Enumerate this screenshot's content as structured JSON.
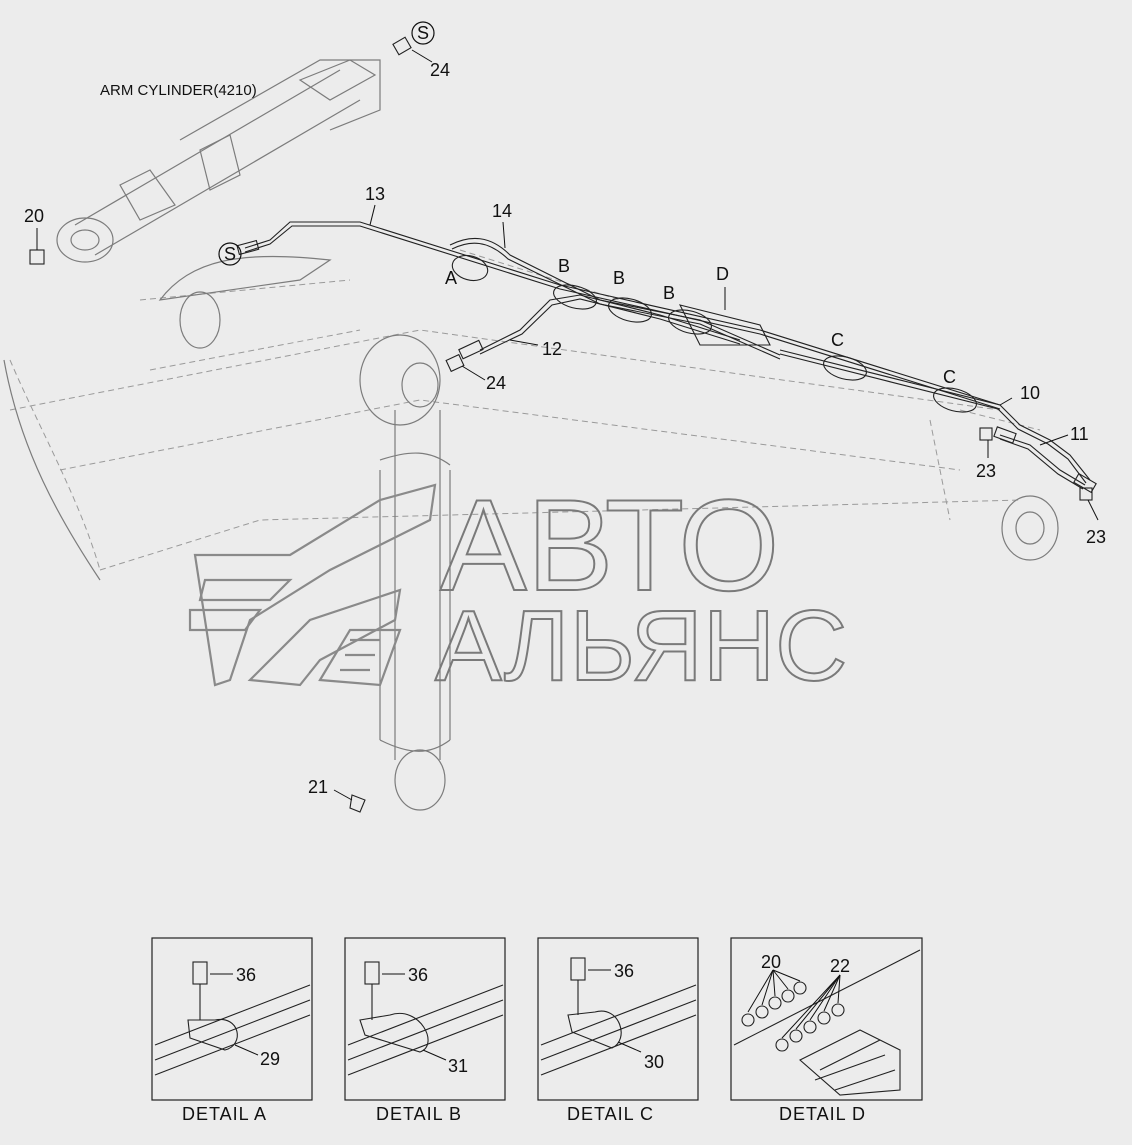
{
  "title": "ARM CYLINDER(4210)",
  "watermark": {
    "line1": "АВТО",
    "line2": "АЛЬЯНС"
  },
  "marks": {
    "s": "S",
    "a": "A",
    "b": "B",
    "c": "C",
    "d": "D"
  },
  "callouts": {
    "c10": "10",
    "c11": "11",
    "c12": "12",
    "c13": "13",
    "c14": "14",
    "c20": "20",
    "c21": "21",
    "c22": "22",
    "c23": "23",
    "c24": "24",
    "c29": "29",
    "c30": "30",
    "c31": "31",
    "c36": "36"
  },
  "details": {
    "a": "DETAIL  A",
    "b": "DETAIL  B",
    "c": "DETAIL  C",
    "d": "DETAIL  D"
  }
}
